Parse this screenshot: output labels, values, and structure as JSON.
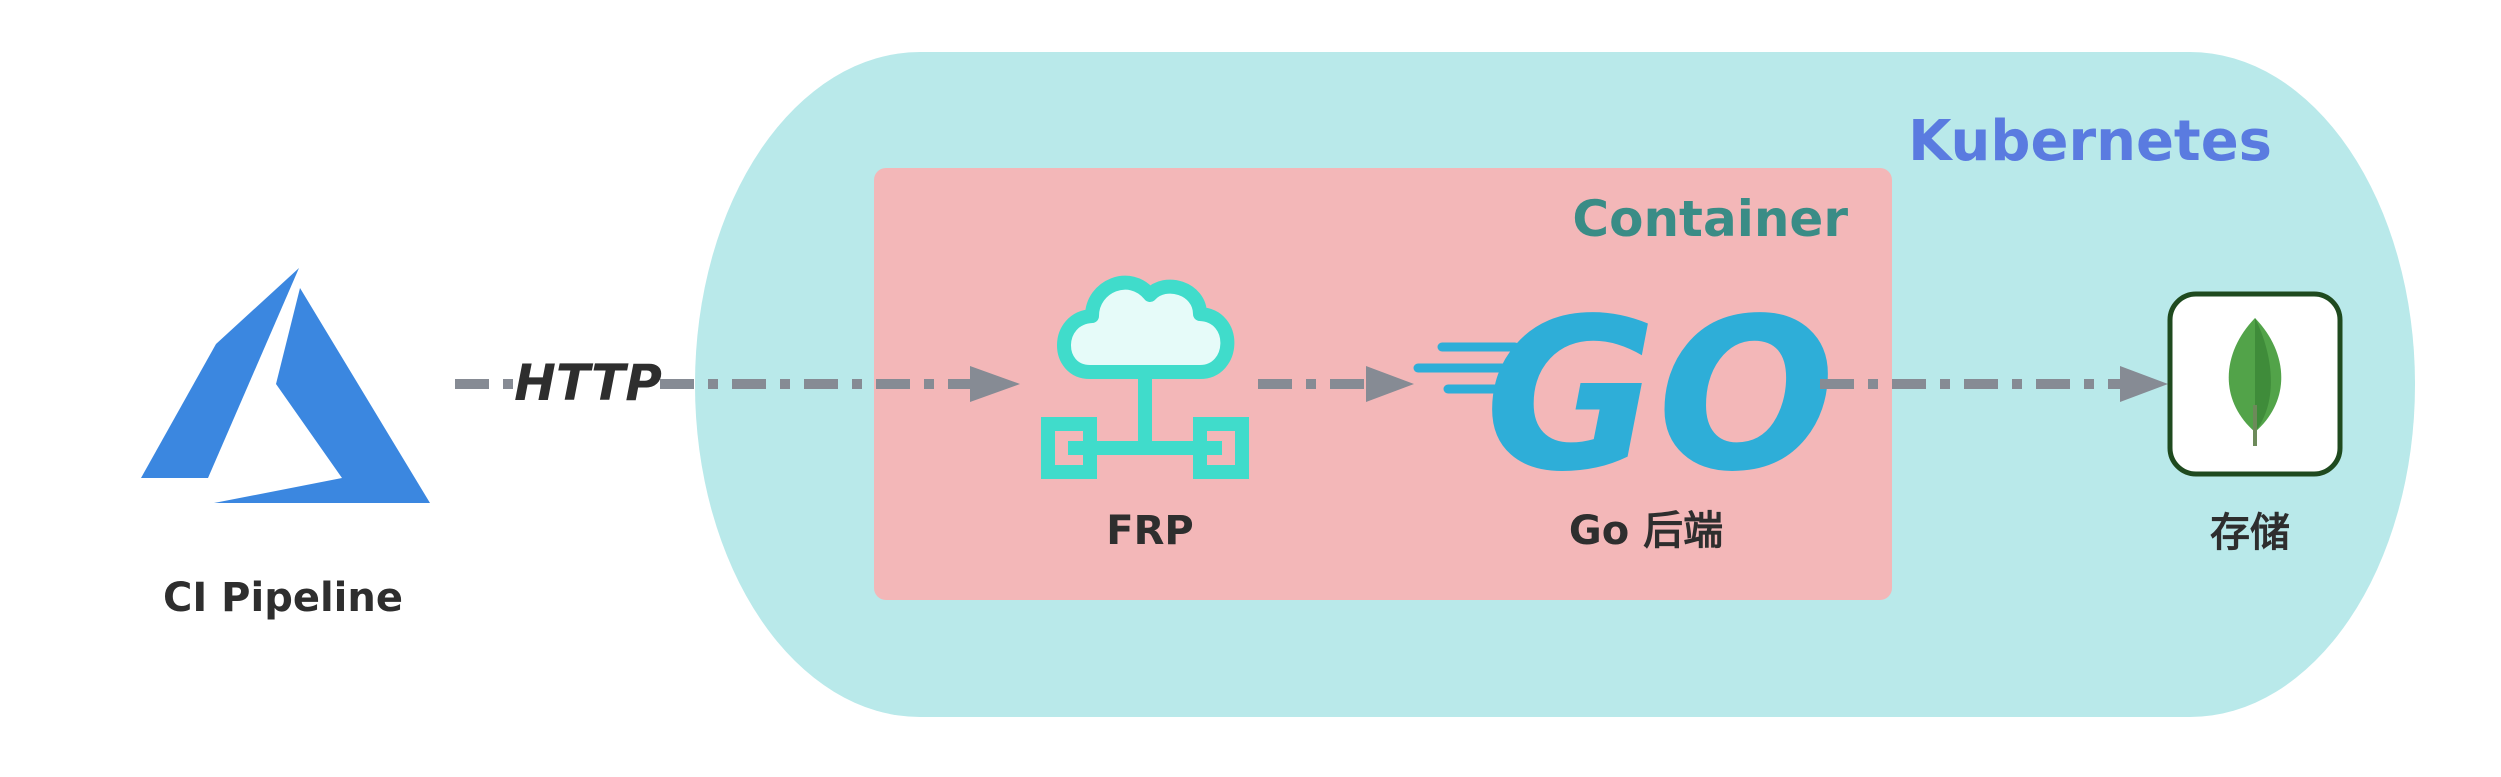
{
  "diagram": {
    "cluster_label": "Kubernetes",
    "container_label": "Container",
    "nodes": {
      "ci": {
        "label": "CI Pipeline"
      },
      "frp": {
        "label": "FRP"
      },
      "go": {
        "label": "Go 后端",
        "logo_text": "GO"
      },
      "storage": {
        "label": "存储"
      }
    },
    "edges": {
      "http": {
        "label": "HTTP"
      }
    }
  },
  "colors": {
    "cluster_fill": "#b9e9ea",
    "container_fill": "#f3b7b8",
    "kubernetes_text": "#5a7be0",
    "container_text": "#3a8c86",
    "azure_blue": "#3b87e0",
    "frp_teal": "#40dccb",
    "frp_cloud_fill": "#e6fbf9",
    "go_blue": "#2eaed8",
    "arrow_gray": "#868b94",
    "storage_border": "#1f4a1f",
    "leaf_green": "#52a349",
    "label_dark": "#2e2e2e"
  },
  "icons": {
    "ci": "azure-devops-icon",
    "frp": "cloud-network-icon",
    "go": "go-logo-icon",
    "storage": "mongodb-leaf-icon"
  }
}
